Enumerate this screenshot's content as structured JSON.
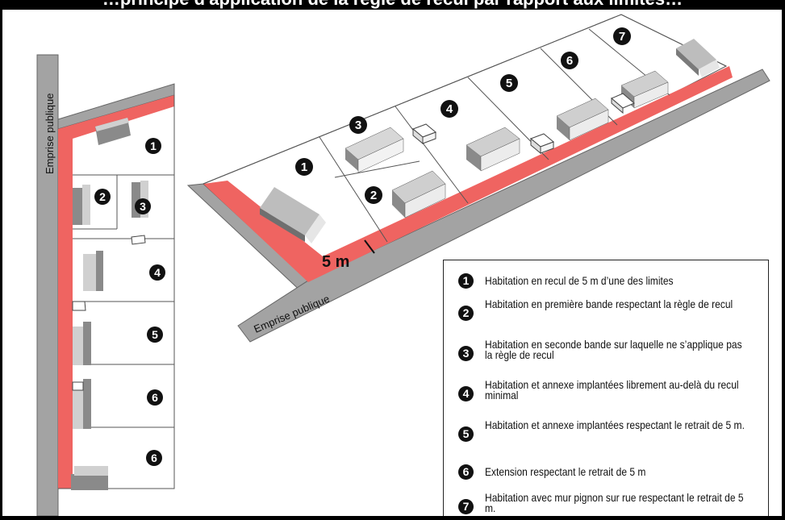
{
  "header": {
    "title": "…principe d'application de la règle de recul par rapport aux limites…"
  },
  "labels": {
    "public_space_vertical": "Emprise publique",
    "public_space_diagonal": "Emprise publique",
    "setback": "5 m"
  },
  "plan_badges": [
    "1",
    "2",
    "3",
    "4",
    "5",
    "6",
    "6"
  ],
  "iso_badges": [
    "1",
    "2",
    "3",
    "4",
    "5",
    "6",
    "7"
  ],
  "legend": {
    "items": [
      {
        "badge": "1",
        "text": "Habitation en recul de 5 m d’une des limites"
      },
      {
        "badge": "2",
        "text": "Habitation en première bande respectant la règle de recul"
      },
      {
        "badge": "3",
        "text": "Habitation en seconde bande sur laquelle ne s’applique pas la règle de recul"
      },
      {
        "badge": "4",
        "text": "Habitation et annexe implantées librement au-delà du recul minimal"
      },
      {
        "badge": "5",
        "text": "Habitation et annexe implantées respectant le retrait de 5 m."
      },
      {
        "badge": "6",
        "text": "Extension respectant le retrait de 5 m"
      },
      {
        "badge": "7",
        "text": "Habitation avec mur pignon sur rue respectant le retrait de 5 m."
      }
    ]
  },
  "colors": {
    "setback_band": "#ef6461",
    "road": "#a3a3a3",
    "building_light": "#d9d9d9",
    "building_dark": "#8a8a8a",
    "badge": "#111111"
  }
}
